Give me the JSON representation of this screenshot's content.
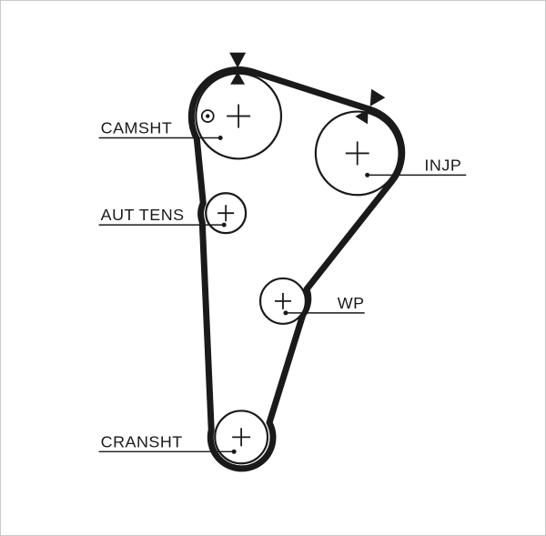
{
  "diagram": {
    "type": "timing-belt-routing-diagram",
    "colors": {
      "background": "#ffffff",
      "line": "#1a1a1a",
      "border": "#c9c9c9"
    },
    "labels": {
      "camshaft": "CAMSHT",
      "tensioner": "AUT TENS",
      "injection_pump": "INJP",
      "water_pump": "WP",
      "crankshaft": "CRANSHT"
    },
    "icons": {
      "alignment_arrow_down": "filled-triangle-down",
      "alignment_arrow_up": "filled-triangle-up",
      "camshaft_timing_mark": "circle-with-center-dot"
    }
  }
}
